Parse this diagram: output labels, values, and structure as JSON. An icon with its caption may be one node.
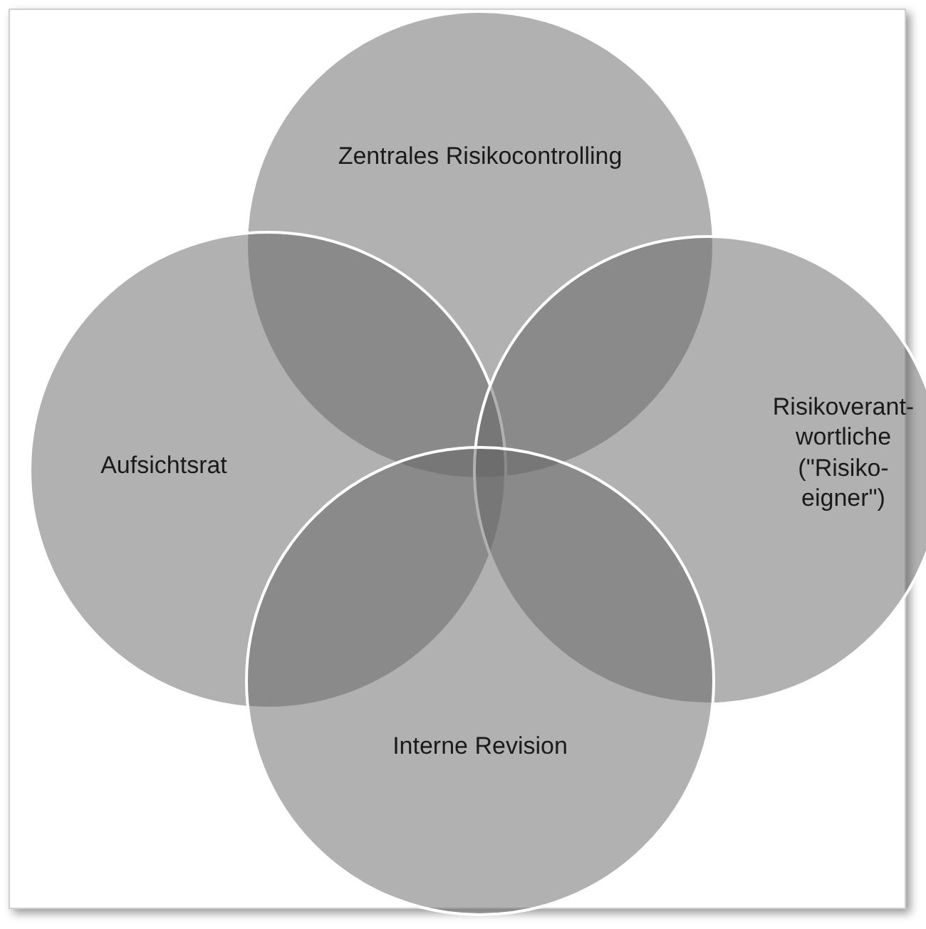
{
  "diagram": {
    "nodes": [
      {
        "text": [
          "Zentrales Risikocontrolling"
        ]
      },
      {
        "text": [
          "Aufsichtsrat"
        ]
      },
      {
        "text": [
          "Risikoverant- wortliche (\"Risiko- eigner\")"
        ]
      },
      {
        "text": [
          "Interne Revision"
        ]
      }
    ]
  }
}
